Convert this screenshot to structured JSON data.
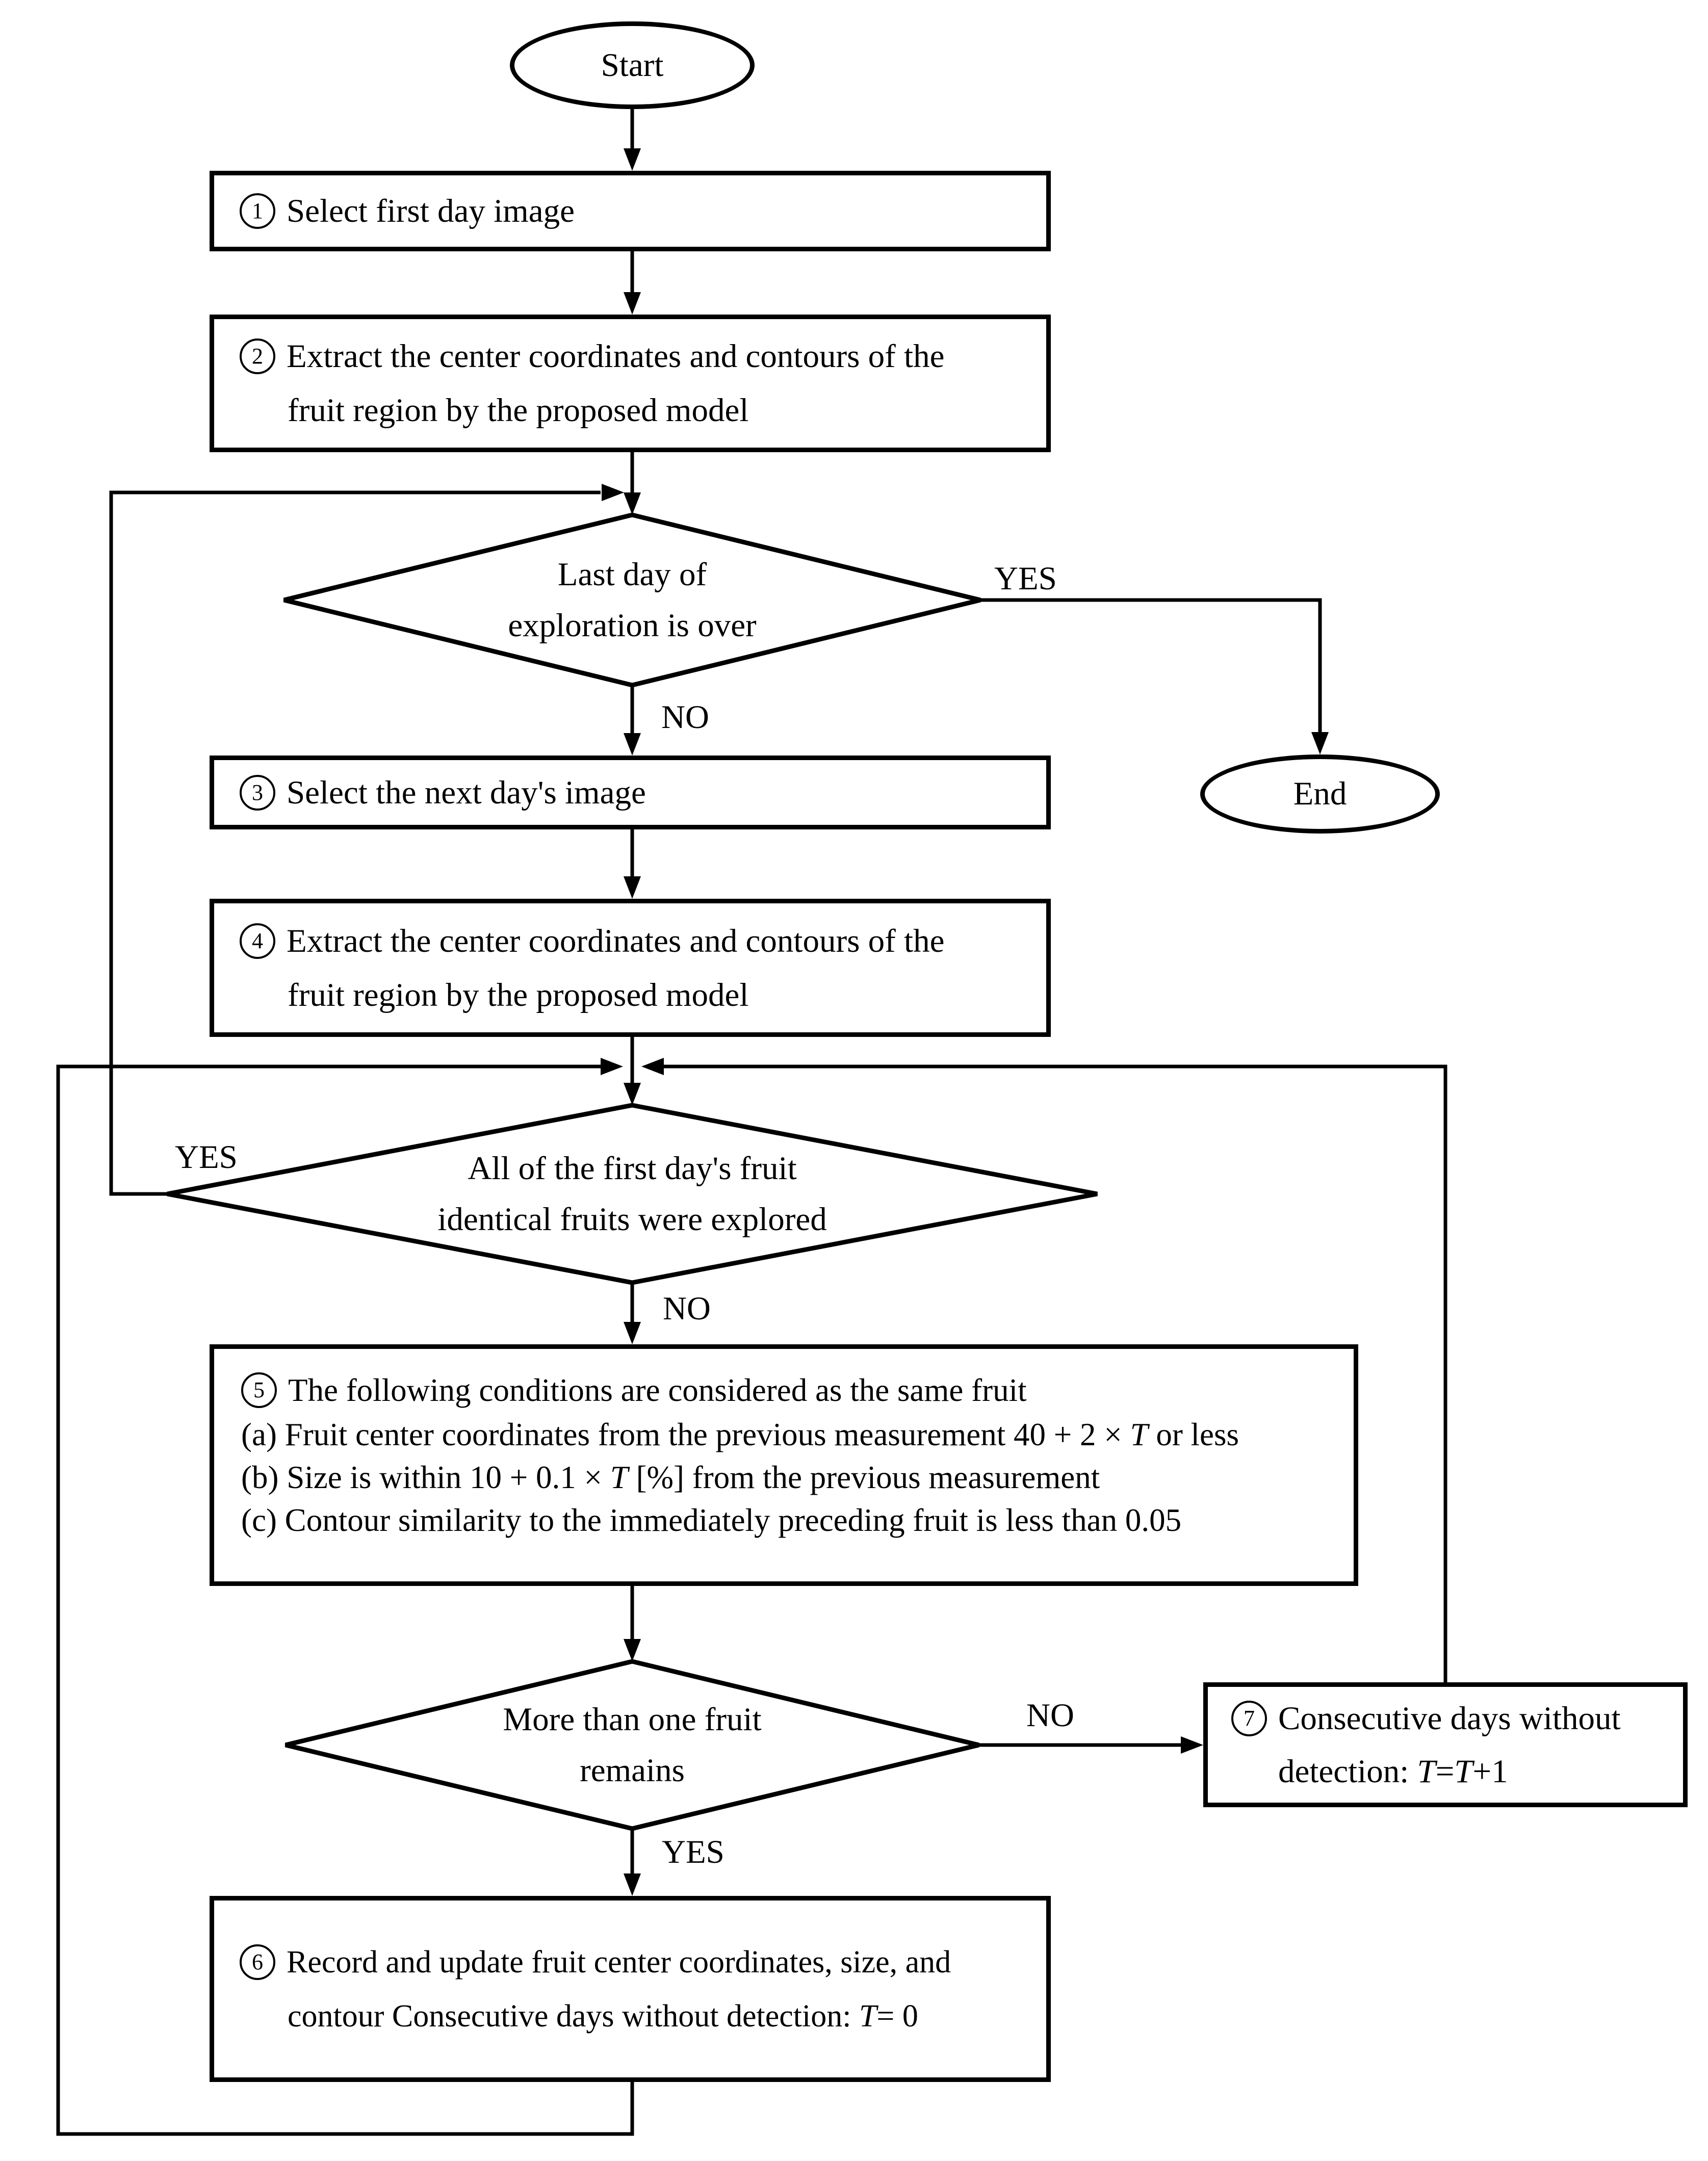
{
  "flowchart": {
    "start_label": "Start",
    "end_label": "End",
    "boxes": {
      "b1": {
        "num": "1",
        "text": "Select first day image"
      },
      "b2": {
        "num": "2",
        "line1": "Extract the center coordinates and contours of the",
        "line2": "fruit region by the proposed model"
      },
      "b3": {
        "num": "3",
        "text": "Select the next day's image"
      },
      "b4": {
        "num": "4",
        "line1": "Extract the center coordinates and contours of the",
        "line2": "fruit region by the proposed model"
      },
      "b5": {
        "num": "5",
        "title": "The following conditions are considered as the same fruit",
        "cond_a": [
          "(a) Fruit center coordinates from the previous measurement 40 + 2 × ",
          "T",
          " or less"
        ],
        "cond_b": [
          "(b) Size is within 10 + 0.1 × ",
          "T",
          " [%] from the previous measurement"
        ],
        "cond_c": "(c) Contour similarity to the immediately preceding fruit is less than 0.05"
      },
      "b6": {
        "num": "6",
        "line1": "Record and update fruit center coordinates, size, and",
        "line2": [
          "contour Consecutive days without detection: ",
          "T",
          "= 0"
        ]
      },
      "b7": {
        "num": "7",
        "line1": "Consecutive days without",
        "line2": [
          "detection: ",
          "T",
          "=",
          "T",
          "+1"
        ]
      }
    },
    "decisions": {
      "d1": {
        "line1": "Last day of",
        "line2": "exploration is over",
        "yes": "YES",
        "no": "NO"
      },
      "d2": {
        "line1": "All of the first day's fruit",
        "line2": "identical fruits were explored",
        "yes": "YES",
        "no": "NO"
      },
      "d3": {
        "line1": "More than one fruit",
        "line2": "remains",
        "yes": "YES",
        "no": "NO"
      }
    }
  }
}
